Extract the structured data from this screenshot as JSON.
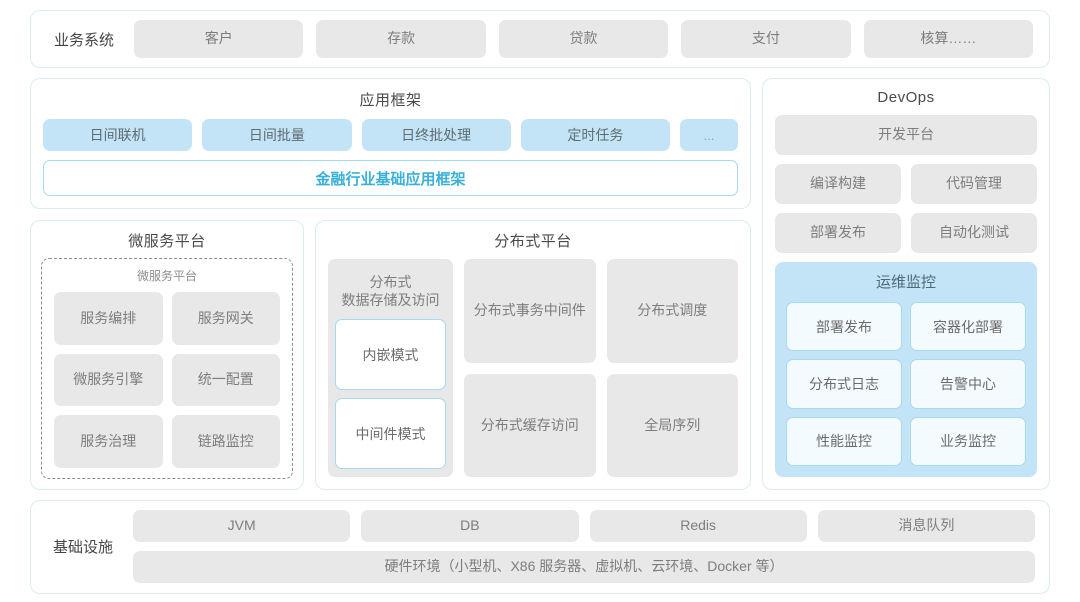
{
  "business_systems": {
    "label": "业务系统",
    "items": [
      "客户",
      "存款",
      "贷款",
      "支付",
      "核算……"
    ]
  },
  "app_framework": {
    "title": "应用框架",
    "chips": [
      "日间联机",
      "日间批量",
      "日终批处理",
      "定时任务"
    ],
    "ellipsis_chip": "...",
    "base_platform": "金融行业基础应用框架",
    "base_platform_color": "#39b0da"
  },
  "microservice_platform": {
    "title": "微服务平台",
    "inner_label": "微服务平台",
    "items": [
      "服务编排",
      "服务网关",
      "微服务引擎",
      "统一配置",
      "服务治理",
      "链路监控"
    ]
  },
  "distributed_platform": {
    "title": "分布式平台",
    "storage_column": {
      "title": "分布式\n数据存储及访问",
      "title_line1": "分布式",
      "title_line2": "数据存储及访问",
      "modes": [
        "内嵌模式",
        "中间件模式"
      ]
    },
    "cells": [
      {
        "line1": "分布式",
        "line2": "事务中间件"
      },
      {
        "line1": "分布式调度",
        "line2": ""
      },
      {
        "line1": "分布式",
        "line2": "缓存访问"
      },
      {
        "line1": "全局序列",
        "line2": ""
      }
    ]
  },
  "devops": {
    "title": "DevOps",
    "platform": "开发平台",
    "pairs": [
      [
        "编译构建",
        "代码管理"
      ],
      [
        "部署发布",
        "自动化测试"
      ]
    ],
    "ops_monitoring": {
      "title": "运维监控",
      "items": [
        "部署发布",
        "容器化部署",
        "分布式日志",
        "告警中心",
        "性能监控",
        "业务监控"
      ]
    }
  },
  "infrastructure": {
    "label": "基础设施",
    "items": [
      "JVM",
      "DB",
      "Redis",
      "消息队列"
    ],
    "hardware": "硬件环境（小型机、X86 服务器、虚拟机、云环境、Docker 等）"
  },
  "theme": {
    "border": "#d9ecf3",
    "gray_card": "#e8e8e8",
    "blue_chip": "#c3e4f6",
    "accent": "#39b0da"
  }
}
